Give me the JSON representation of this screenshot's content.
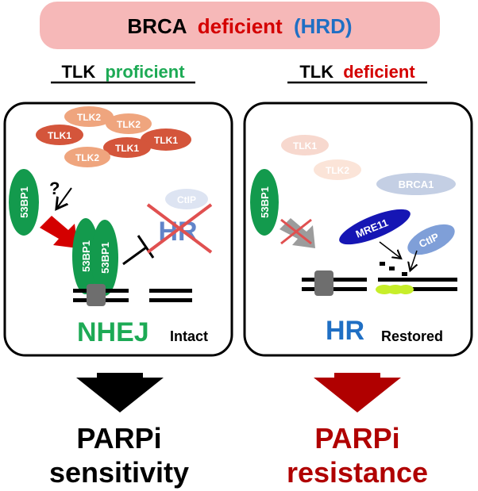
{
  "header": {
    "part1": "BRCA",
    "part2": "deficient",
    "part3": "(HRD)"
  },
  "left": {
    "title_part1": "TLK",
    "title_part2": "proficient",
    "enzymes": [
      "TLK2",
      "TLK2",
      "TLK1",
      "TLK1",
      "TLK1",
      "TLK2"
    ],
    "protein_53bp1": "53BP1",
    "question": "?",
    "ctip": "CtIP",
    "hr": "HR",
    "outcome_main": "NHEJ",
    "outcome_sub": "Intact",
    "result_line1": "PARPi",
    "result_line2": "sensitivity"
  },
  "right": {
    "title_part1": "TLK",
    "title_part2": "deficient",
    "faded_tlk1": "TLK1",
    "faded_tlk2": "TLK2",
    "brca1": "BRCA1",
    "protein_53bp1": "53BP1",
    "mre11": "MRE11",
    "ctip": "CtIP",
    "outcome_main": "HR",
    "outcome_sub": "Restored",
    "result_line1": "PARPi",
    "result_line2": "resistance"
  },
  "colors": {
    "header_bg": "#f6b8b8",
    "red": "#d40000",
    "dark_red": "#b00000",
    "blue": "#1f6fc4",
    "green": "#1daa55",
    "protein_green": "#139a4d",
    "mre11_blue": "#1616b4",
    "ctip_blue": "#7f9fd8",
    "brca1_gray": "#c4cfe4",
    "tlk1": "#d4553b",
    "tlk2": "#efa57e"
  }
}
